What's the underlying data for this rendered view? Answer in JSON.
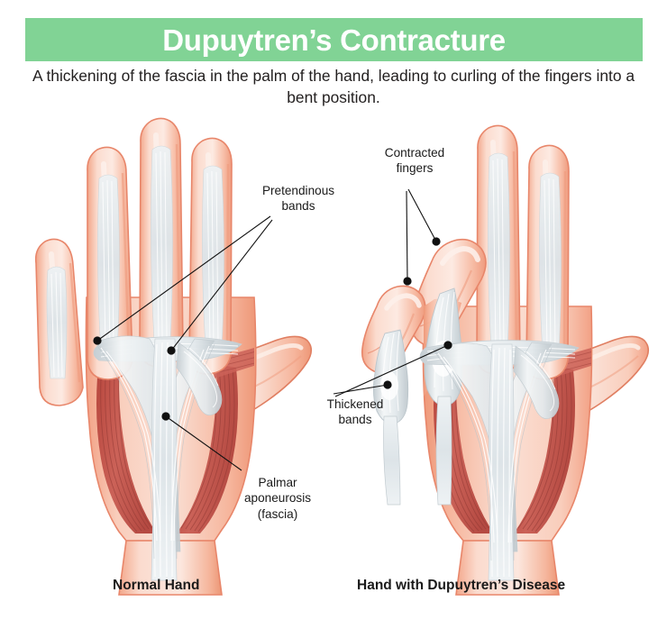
{
  "banner": {
    "title": "Dupuytren’s Contracture",
    "background_color": "#81d395",
    "text_color": "#ffffff"
  },
  "subtitle": "A thickening of the fascia in the palm of the hand, leading to curling of the fingers into a bent position.",
  "figure": {
    "type": "medical-illustration",
    "subject": "human hand palmar fascia anatomy",
    "panels": [
      {
        "id": "normal-hand",
        "caption": "Normal Hand",
        "description": "Open hand with all four fingers extended and thumb abducted, showing palmar aponeurosis and pretendinous bands"
      },
      {
        "id": "dupuytren-hand",
        "caption": "Hand with Dupuytren’s Disease",
        "description": "Hand with ring and little fingers flexed into the palm due to thickened pretendinous bands"
      }
    ]
  },
  "labels": {
    "pretendinous_bands": "Pretendinous\nbands",
    "palmar_aponeurosis": "Palmar\naponeurosis\n(fascia)",
    "contracted_fingers": "Contracted\nfingers",
    "thickened_bands": "Thickened\nbands"
  },
  "captions": {
    "normal_hand": "Normal Hand",
    "disease_hand": "Hand with Dupuytren’s Disease"
  },
  "colors": {
    "banner_green": "#81d395",
    "skin_outline": "#e8866a",
    "skin_light": "#fbdbcf",
    "skin_mid": "#f6b49c",
    "skin_deep": "#f09a7c",
    "muscle_red": "#c0564f",
    "muscle_dark": "#a8413c",
    "fascia_white": "#eef1f2",
    "fascia_shade": "#c9d2d6",
    "text_dark": "#1a1a1a",
    "background": "#ffffff"
  }
}
